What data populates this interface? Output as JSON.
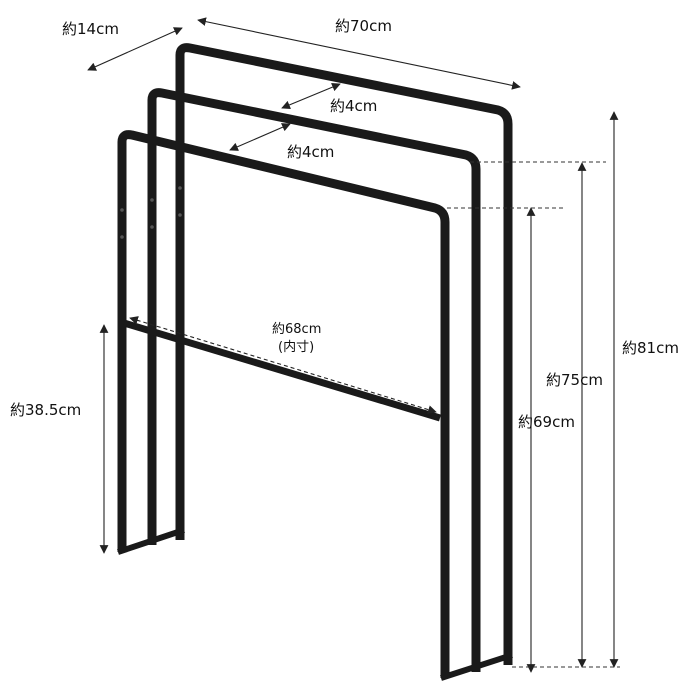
{
  "colors": {
    "frame": "#1a1a1a",
    "dimension_line": "#222222",
    "background": "#ffffff"
  },
  "dimensions": {
    "depth": "約14cm",
    "width": "約70cm",
    "gap_back": "約4cm",
    "gap_front": "約4cm",
    "inner_width_value": "約68cm",
    "inner_width_note": "(内寸)",
    "bar_height": "約38.5cm",
    "height_total": "約81cm",
    "height_middle": "約75cm",
    "height_front": "約69cm"
  }
}
